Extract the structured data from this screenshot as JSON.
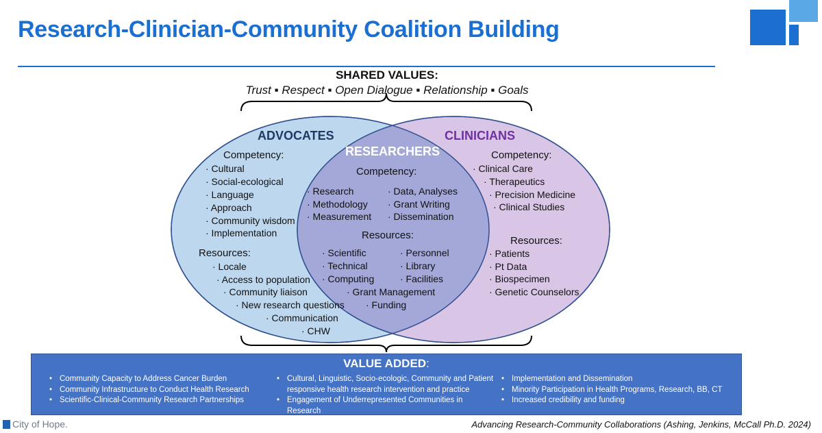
{
  "title": "Research-Clinician-Community Coalition Building",
  "shared_values": {
    "heading": "SHARED VALUES:",
    "line": "Trust ▪ Respect ▪ Open Dialogue ▪ Relationship ▪ Goals"
  },
  "advocates": {
    "heading": "ADVOCATES",
    "competency_label": "Competency:",
    "competency": [
      "· Cultural",
      "· Social-ecological",
      "· Language",
      "· Approach",
      "· Community wisdom",
      "· Implementation"
    ],
    "resources_label": "Resources:",
    "resources": [
      "· Locale",
      "· Access to population",
      "· Community liaison",
      "· New research questions",
      "· Communication",
      "·  CHW"
    ]
  },
  "researchers": {
    "heading": "RESEARCHERS",
    "competency_label": "Competency:",
    "competency_left": [
      "· Research",
      "· Methodology",
      "· Measurement"
    ],
    "competency_right": [
      "· Data, Analyses",
      "· Grant Writing",
      "· Dissemination"
    ],
    "resources_label": "Resources:",
    "resources_left": [
      "· Scientific",
      "· Technical",
      "· Computing"
    ],
    "resources_right": [
      "· Personnel",
      "· Library",
      "· Facilities"
    ],
    "resources_bottom": [
      "· Grant Management",
      "· Funding"
    ]
  },
  "clinicians": {
    "heading": "CLINICIANS",
    "competency_label": "Competency:",
    "competency": [
      "· Clinical Care",
      "· Therapeutics",
      "· Precision Medicine",
      "· Clinical Studies"
    ],
    "resources_label": "Resources:",
    "resources": [
      "· Patients",
      "· Pt Data",
      "· Biospecimen",
      "· Genetic Counselors"
    ]
  },
  "value_added": {
    "heading": "VALUE ADDED",
    "colon": ":",
    "col1": [
      "Community Capacity to Address Cancer Burden",
      "Community Infrastructure to Conduct Health Research",
      "Scientific-Clinical-Community Research Partnerships"
    ],
    "col2": [
      "Cultural, Linguistic, Socio-ecologic, Community and Patient",
      "responsive health research intervention and practice",
      "Engagement of Underrepresented Communities in",
      "Research"
    ],
    "col3": [
      "Implementation and Dissemination",
      "Minority Participation in Health Programs, Research, BB, CT",
      "Increased credibility and funding"
    ]
  },
  "footer": {
    "reference": "Advancing Research-Community Collaborations (Ashing, Jenkins, McCall  Ph.D. 2024)",
    "logo_text": "City of Hope."
  },
  "colors": {
    "title_blue": "#1a6fd1",
    "advocates_fill": "#bdd7ee",
    "clinicians_fill": "#d9c6e6",
    "researchers_fill": "#a3a8d8",
    "advocates_heading": "#203864",
    "clinicians_heading": "#7030a0",
    "researchers_heading": "#ffffff",
    "value_box": "#4472c4"
  }
}
